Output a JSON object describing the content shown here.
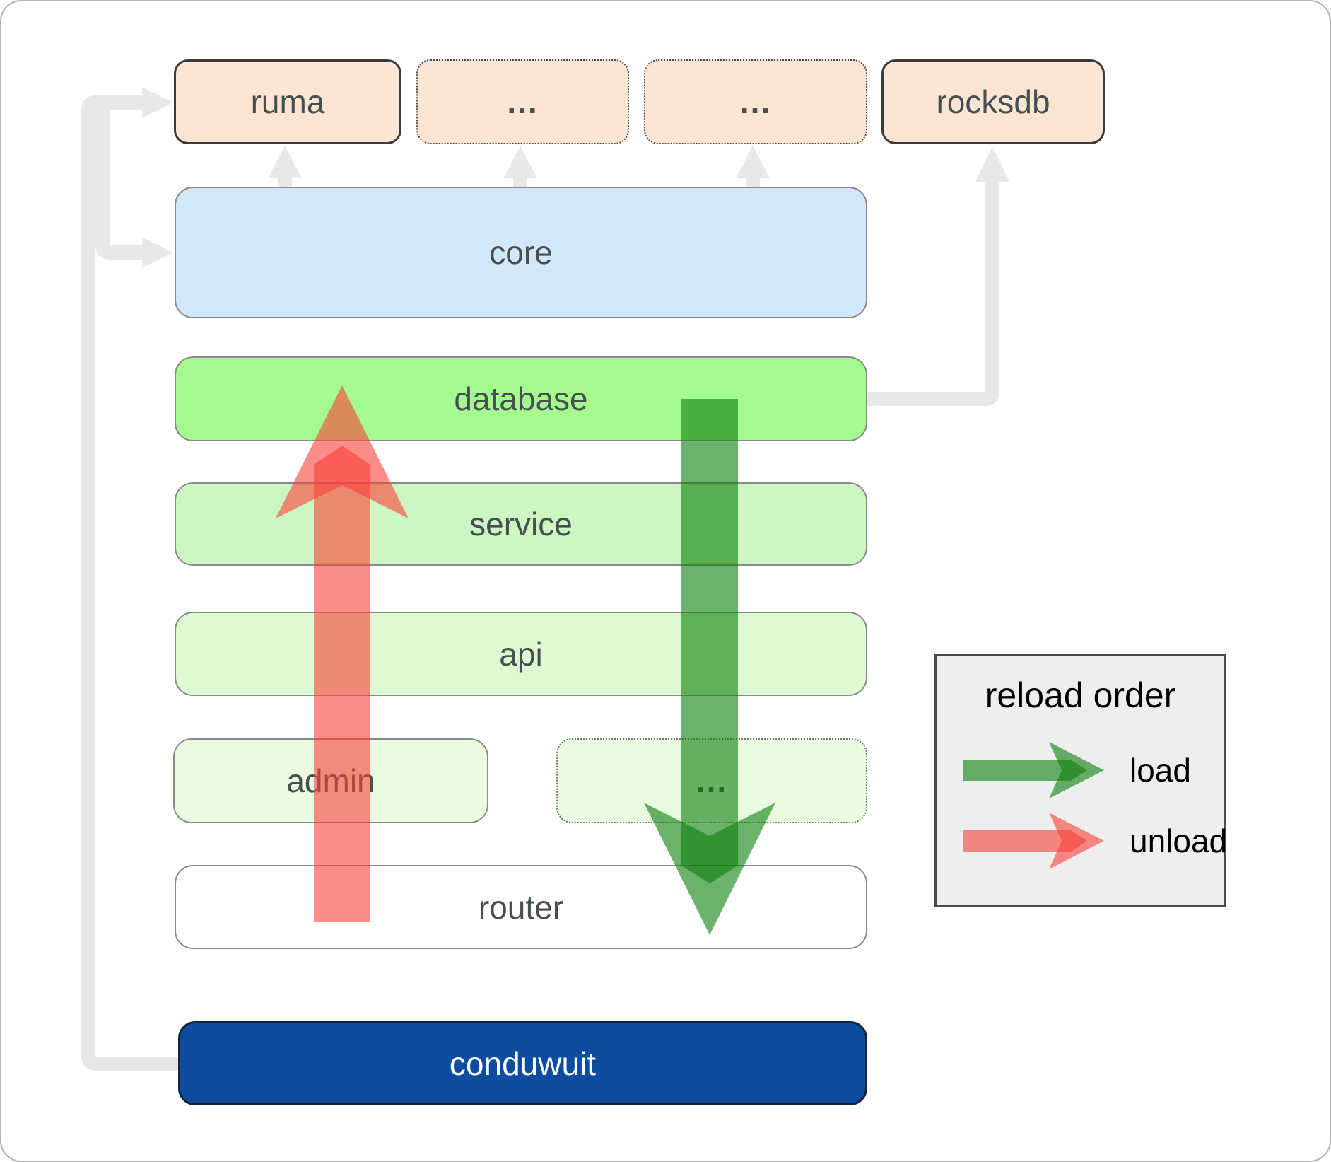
{
  "boxes": {
    "ruma": {
      "label": "ruma"
    },
    "dots_top_1": {
      "label": "..."
    },
    "dots_top_2": {
      "label": "..."
    },
    "rocksdb": {
      "label": "rocksdb"
    },
    "core": {
      "label": "core"
    },
    "database": {
      "label": "database"
    },
    "service": {
      "label": "service"
    },
    "api": {
      "label": "api"
    },
    "admin": {
      "label": "admin"
    },
    "dots_admin": {
      "label": "..."
    },
    "router": {
      "label": "router"
    },
    "conduwuit": {
      "label": "conduwuit"
    }
  },
  "legend": {
    "title": "reload order",
    "items": [
      {
        "icon": "load-arrow-icon",
        "label": "load",
        "color": "#0a7f0a"
      },
      {
        "icon": "unload-arrow-icon",
        "label": "unload",
        "color": "#fa3f39"
      }
    ]
  },
  "colors": {
    "peach_fill": "#fce5d3",
    "core_fill": "#d3e7fa",
    "database_fill": "#a5fa8f",
    "service_fill": "#ccf7c2",
    "api_fill": "#defad3",
    "admin_fill": "#e9fce2",
    "router_fill": "#ffffff",
    "conduwuit_fill": "#0d4c9e",
    "conduwuit_text": "#ffffff",
    "label_text": "#484f51",
    "connector_gray": "#e8e8e8",
    "load_green": "#0a7f0a",
    "unload_red": "#fa3f39",
    "legend_bg": "#eeeeee",
    "legend_border": "#4a4a4a"
  }
}
